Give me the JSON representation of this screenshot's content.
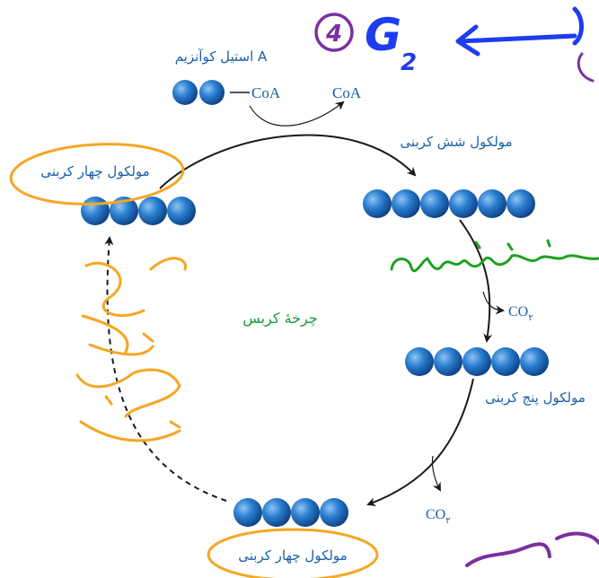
{
  "labels": {
    "acetyl_coa": "استیل کوآنزیم A",
    "coa_in": "CoA",
    "coa_out": "CoA",
    "six_carbon": "مولکول شش کربنی",
    "four_carbon_top": "مولکول چهار کربنی",
    "five_carbon": "مولکول پنج کربنی",
    "four_carbon_bottom": "مولکول چهار کربنی",
    "krebs_cycle": "چرخهٔ کربس",
    "co2_1": "CO",
    "co2_1_sub": "۲",
    "co2_2": "CO",
    "co2_2_sub": "۲"
  },
  "colors": {
    "text_blue": "#1a5fa8",
    "krebs_green": "#1a9a3a",
    "bead_blue": "#1f6fbf",
    "arrow": "#1a1a1a",
    "ink_orange": "#f5a623",
    "ink_purple": "#7b2fa0",
    "ink_blue": "#1e3cf0",
    "ink_green": "#1fa01f"
  },
  "annotations": {
    "g2_digit": "4",
    "g2_letter": "G",
    "g2_sub": "2"
  }
}
